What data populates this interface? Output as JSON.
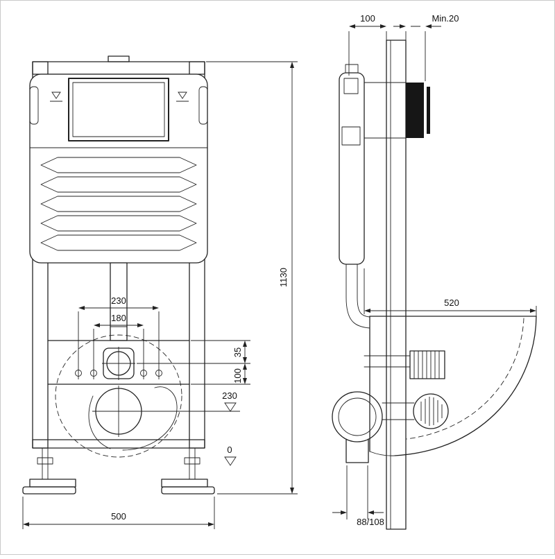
{
  "front_view": {
    "overall_width": "500",
    "overall_height": "1130",
    "fixing_bolts_outer": "230",
    "fixing_bolts_inner": "180",
    "inlet_offset": "35",
    "inlet_to_outlet": "100",
    "outlet_axis_level": "230",
    "floor_level": "0"
  },
  "side_view": {
    "frame_depth": "100",
    "wall_finish_min": "Min.20",
    "bowl_projection": "520",
    "outlet_pipe_diameter": "88/108"
  },
  "accent_colors": {
    "line": "#222222",
    "flush_plate_fill": "#161616",
    "paper": "#ffffff"
  }
}
